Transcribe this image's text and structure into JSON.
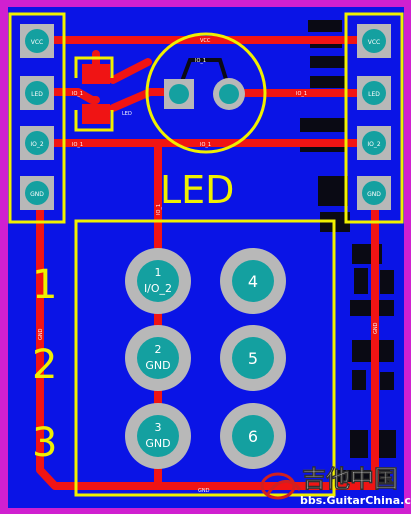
{
  "colors": {
    "border": "#d020d0",
    "board": "#0a14e6",
    "trace": "#f01414",
    "silk": "#f0f000",
    "pad_gray": "#b8b8b8",
    "pad_teal": "#14a0a0",
    "dark": "#0a0a14"
  },
  "header_pins": {
    "left": [
      "VCC",
      "LED",
      "IO_2",
      "GND"
    ],
    "right": [
      "VCC",
      "LED",
      "IO_2",
      "GND"
    ]
  },
  "net_labels": {
    "vcc": "VCC",
    "led_top": "IO_1",
    "led_left": "IO_1",
    "led": "LED",
    "io_left": "IO_1",
    "io_right": "IO_1",
    "led_right": "IO_1",
    "gnd_left": "GND",
    "gnd_bottom": "GND",
    "gnd_right": "GND",
    "io_vertical": "IO_1"
  },
  "led_silk_text": "LED",
  "row_numbers": [
    "1",
    "2",
    "3"
  ],
  "big_pads": [
    {
      "num": "1",
      "net": "I/O_2"
    },
    {
      "num": "4",
      "net": ""
    },
    {
      "num": "2",
      "net": "GND"
    },
    {
      "num": "5",
      "net": ""
    },
    {
      "num": "3",
      "net": "GND"
    },
    {
      "num": "6",
      "net": ""
    }
  ],
  "watermark": {
    "title": "吉他中国",
    "url": "bbs.GuitarChina.com"
  }
}
